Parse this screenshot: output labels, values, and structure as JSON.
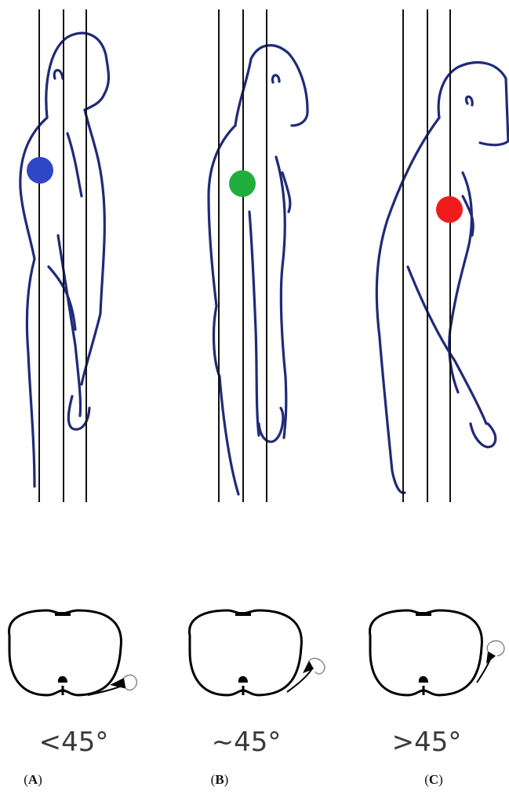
{
  "panels": [
    {
      "letter": "A",
      "angle_text": "<45°",
      "shoulder_color": "#2f46c8"
    },
    {
      "letter": "B",
      "angle_text": "~45°",
      "shoulder_color": "#1fae3e"
    },
    {
      "letter": "C",
      "angle_text": ">45°",
      "shoulder_color": "#f01c1c"
    }
  ],
  "colors": {
    "figure_stroke": "#1f2a78",
    "line": "#111111"
  }
}
